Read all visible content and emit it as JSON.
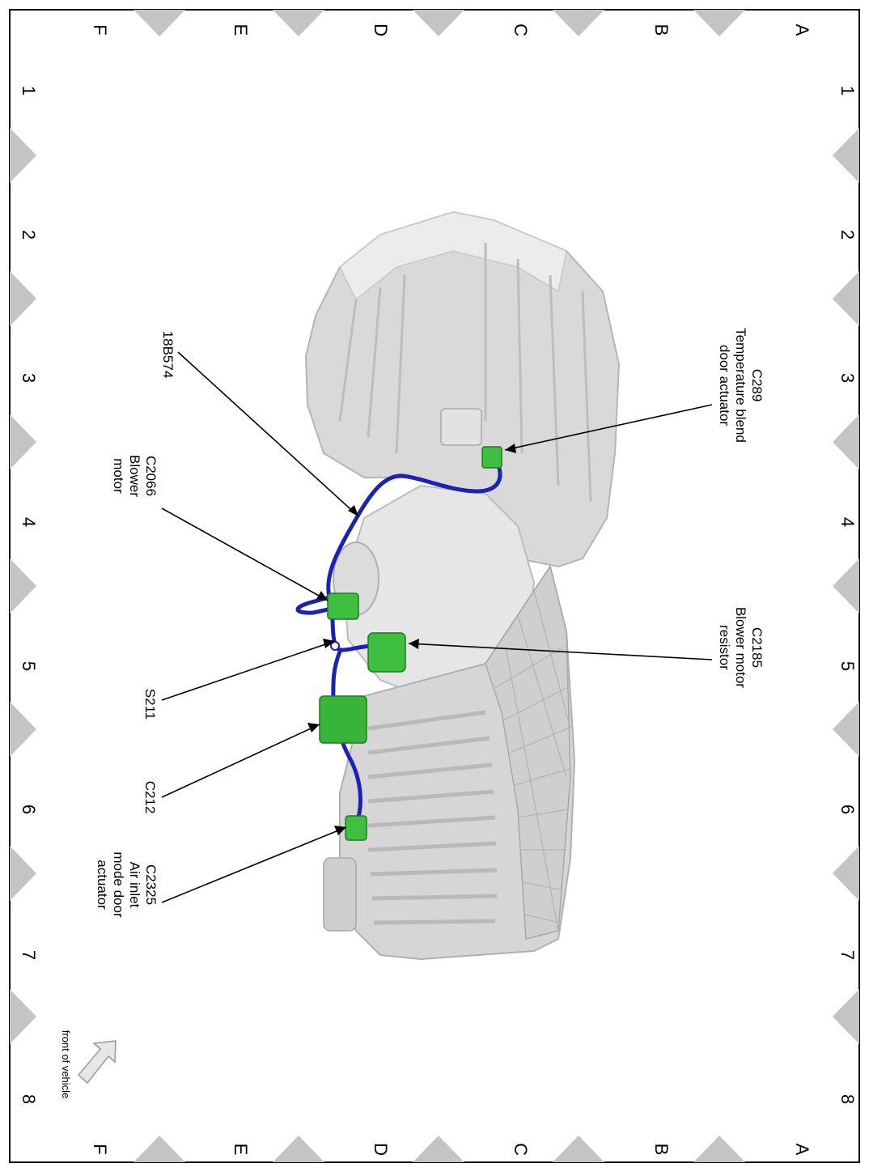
{
  "grid": {
    "letters": [
      "A",
      "B",
      "C",
      "D",
      "E",
      "F"
    ],
    "numbers": [
      "1",
      "2",
      "3",
      "4",
      "5",
      "6",
      "7",
      "8"
    ]
  },
  "callouts": {
    "c289": [
      "C289",
      "Temperature blend",
      "door actuator"
    ],
    "c2185": [
      "C2185",
      "Blower motor",
      "resistor"
    ],
    "w18b574": [
      "18B574"
    ],
    "c2066": [
      "C2066",
      "Blower",
      "motor"
    ],
    "s211": [
      "S211"
    ],
    "c212": [
      "C212"
    ],
    "c2325": [
      "C2325",
      "Air inlet",
      "mode door",
      "actuator"
    ]
  },
  "front_of_vehicle": "front of vehicle",
  "colors": {
    "harness": "#1c22b4",
    "connector": "#3fbf3f",
    "housing": "#d9d9d9",
    "housing_edge": "#b5b5b5",
    "grid_marker": "#c4c4c4"
  }
}
